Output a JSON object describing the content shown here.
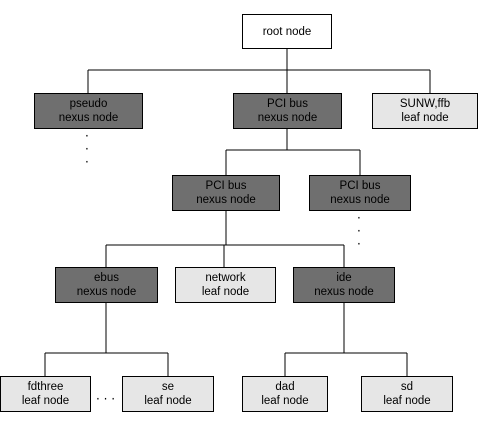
{
  "nodes": {
    "root": {
      "line1": "root node"
    },
    "pseudo": {
      "line1": "pseudo",
      "line2": "nexus node"
    },
    "pci_bus": {
      "line1": "PCI bus",
      "line2": "nexus node"
    },
    "sunw_ffb": {
      "line1": "SUNW,ffb",
      "line2": "leaf node"
    },
    "pci_bus_left": {
      "line1": "PCI bus",
      "line2": "nexus node"
    },
    "pci_bus_right": {
      "line1": "PCI bus",
      "line2": "nexus node"
    },
    "ebus": {
      "line1": "ebus",
      "line2": "nexus node"
    },
    "network": {
      "line1": "network",
      "line2": "leaf node"
    },
    "ide": {
      "line1": "ide",
      "line2": "nexus node"
    },
    "fdthree": {
      "line1": "fdthree",
      "line2": "leaf node"
    },
    "se": {
      "line1": "se",
      "line2": "leaf node"
    },
    "dad": {
      "line1": "dad",
      "line2": "leaf node"
    },
    "sd": {
      "line1": "sd",
      "line2": "leaf node"
    }
  },
  "colors": {
    "nexus": "#6f6f6f",
    "leaf": "#e6e6e6",
    "root": "#ffffff",
    "line": "#000000"
  }
}
